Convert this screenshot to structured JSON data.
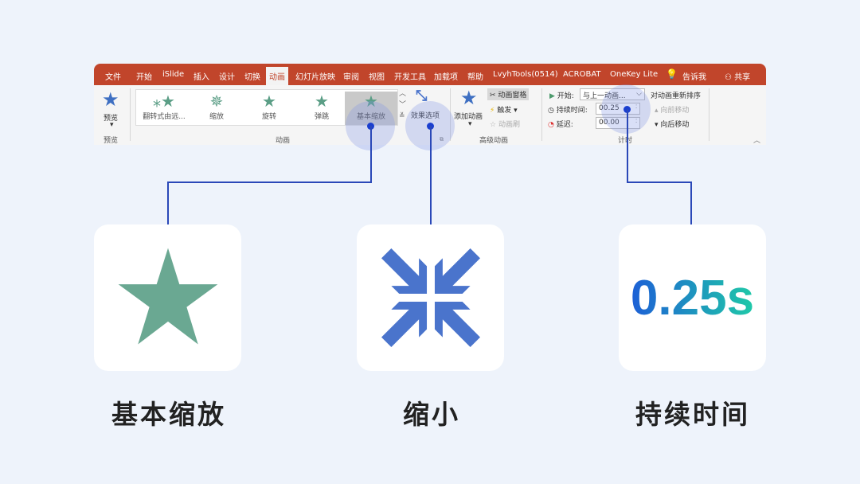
{
  "ribbon_tabs": [
    "文件",
    "开始",
    "iSlide",
    "插入",
    "设计",
    "切换",
    "动画",
    "幻灯片放映",
    "审阅",
    "视图",
    "开发工具",
    "加载项",
    "帮助",
    "LvyhTools(0514)",
    "ACROBAT",
    "OneKey Lite",
    "告诉我",
    "共享"
  ],
  "active_tab": "动画",
  "preview": {
    "label": "预览",
    "group": "预览"
  },
  "gallery": {
    "items": [
      "翻转式由远...",
      "缩放",
      "旋转",
      "弹跳",
      "基本缩放"
    ],
    "selected": "基本缩放",
    "group": "动画"
  },
  "effect_options": "效果选项",
  "advanced": {
    "add": "添加动画",
    "pane": "动画窗格",
    "trigger": "触发",
    "painter": "动画刷",
    "group": "高级动画"
  },
  "timing": {
    "start_label": "开始:",
    "start_value": "与上一动画...",
    "duration_label": "持续时间:",
    "duration_value": "00.25",
    "delay_label": "延迟:",
    "delay_value": "00.00",
    "reorder": "对动画重新排序",
    "move_earlier": "向前移动",
    "move_later": "向后移动",
    "group": "计时"
  },
  "cards": [
    {
      "caption": "基本缩放",
      "icon": "star-icon",
      "color": "#6aa892"
    },
    {
      "caption": "缩小",
      "icon": "shrink-arrows-icon",
      "color": "#4a74cc"
    },
    {
      "caption": "持续时间",
      "value": "0.25s"
    }
  ],
  "colors": {
    "ribbon_bar": "#c1452b",
    "background": "#eef3fb",
    "connector": "#2a48b8"
  }
}
